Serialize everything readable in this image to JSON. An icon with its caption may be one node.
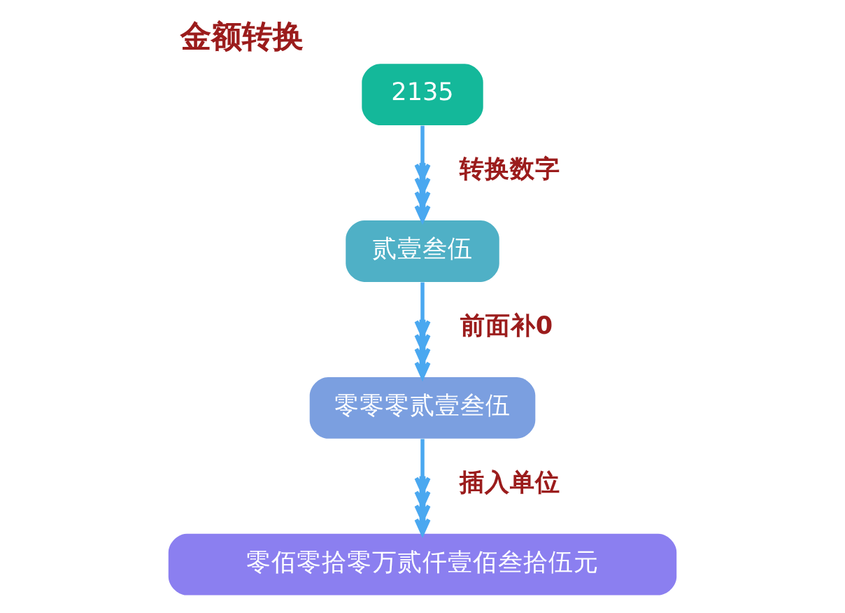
{
  "diagram": {
    "title": "金额转换",
    "nodes": [
      {
        "text": [
          "2135"
        ]
      },
      {
        "text": [
          "贰壹叁伍"
        ]
      },
      {
        "text": [
          "零零零贰壹叁伍"
        ]
      },
      {
        "text": [
          "零佰零拾零万贰仟壹佰叁拾伍元"
        ]
      }
    ],
    "edges": [
      {
        "from": 0,
        "to": 1,
        "arrow": "to",
        "label": "转换数字"
      },
      {
        "from": 1,
        "to": 2,
        "arrow": "to",
        "label": "前面补0"
      },
      {
        "from": 2,
        "to": 3,
        "arrow": "to",
        "label": "插入单位"
      }
    ]
  }
}
